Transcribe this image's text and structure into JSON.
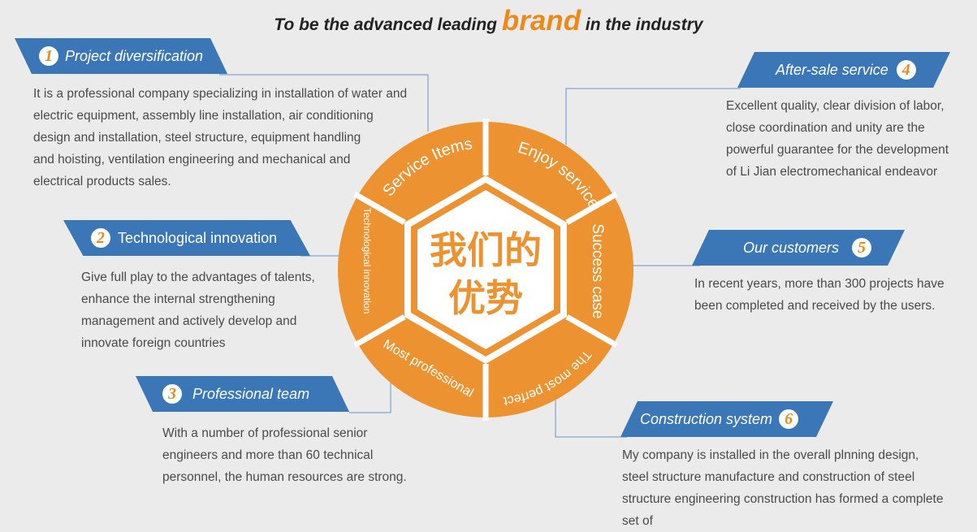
{
  "headline": {
    "prefix": "To be the advanced leading ",
    "brand": "brand",
    "suffix": " in the industry"
  },
  "wheel": {
    "center_line1": "我们的",
    "center_line2": "优势",
    "segments": [
      "Service Items",
      "Enjoy service",
      "Success case",
      "The most perfect",
      "Most professional",
      "Technological innovation"
    ],
    "colors": {
      "orange": "#ec9230",
      "blue": "#3b76b6"
    }
  },
  "sections": {
    "s1": {
      "num": "1",
      "title": "Project diversification",
      "text": "It is a professional company specializing in installation of water and\n electric equipment, assembly line installation, air conditioning\ndesign and installation, steel structure, equipment handling\nand hoisting, ventilation engineering and mechanical and\n electrical products sales."
    },
    "s2": {
      "num": "2",
      "title": "Technological innovation",
      "text": "Give full play to the advantages of talents,\nenhance the internal strengthening\nmanagement and actively develop and\ninnovate foreign countries"
    },
    "s3": {
      "num": "3",
      "title": "Professional team",
      "text": "With a number of professional senior\nengineers and more than 60 technical\npersonnel, the human resources are strong."
    },
    "s4": {
      "num": "4",
      "title": "After-sale service",
      "text": "Excellent quality, clear division of labor,\nclose coordination and unity are the\n powerful guarantee for the development\nof Li Jian electromechanical endeavor"
    },
    "s5": {
      "num": "5",
      "title": "Our customers",
      "text": "In recent years, more than 300 projects have\nbeen completed and received by the users."
    },
    "s6": {
      "num": "6",
      "title": "Construction system",
      "text": "My company is installed in the overall plnning design,\nsteel structure manufacture and construction of steel\nstructure engineering construction has formed a complete\nset of"
    }
  }
}
